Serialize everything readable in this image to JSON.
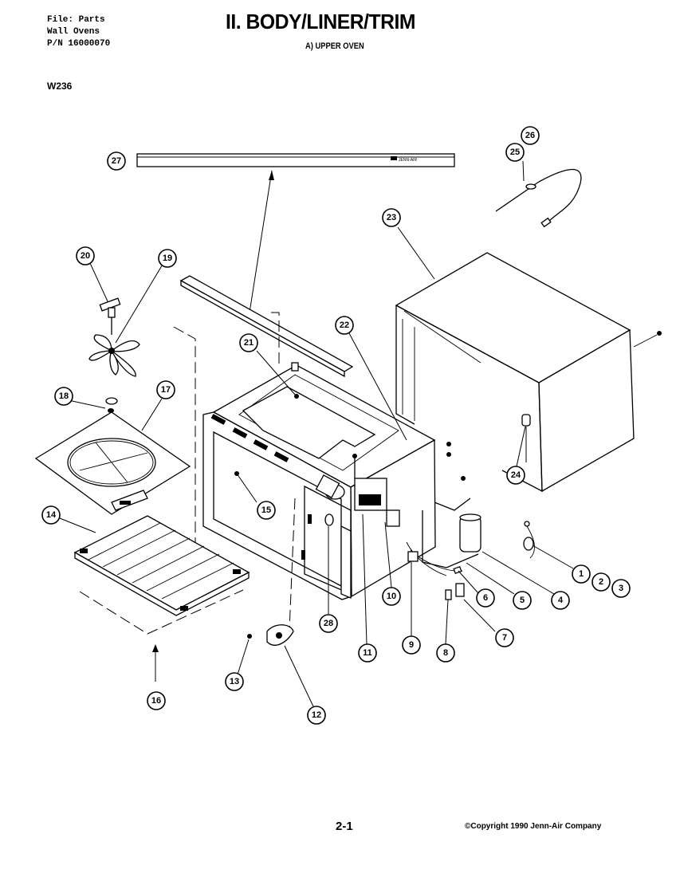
{
  "header": {
    "file_lines": [
      "File: Parts",
      "Wall Ovens",
      "P/N 16000070"
    ],
    "title": "II. BODY/LINER/TRIM",
    "subtitle": "A) UPPER OVEN",
    "model": "W236"
  },
  "trim_label": "JENN-AIR",
  "callouts": [
    "1",
    "2",
    "3",
    "4",
    "5",
    "6",
    "7",
    "8",
    "9",
    "10",
    "11",
    "12",
    "13",
    "14",
    "15",
    "16",
    "17",
    "18",
    "19",
    "20",
    "21",
    "22",
    "23",
    "24",
    "25",
    "26",
    "27",
    "28"
  ],
  "footer": {
    "page_number": "2-1",
    "copyright": "©Copyright 1990 Jenn-Air Company"
  }
}
